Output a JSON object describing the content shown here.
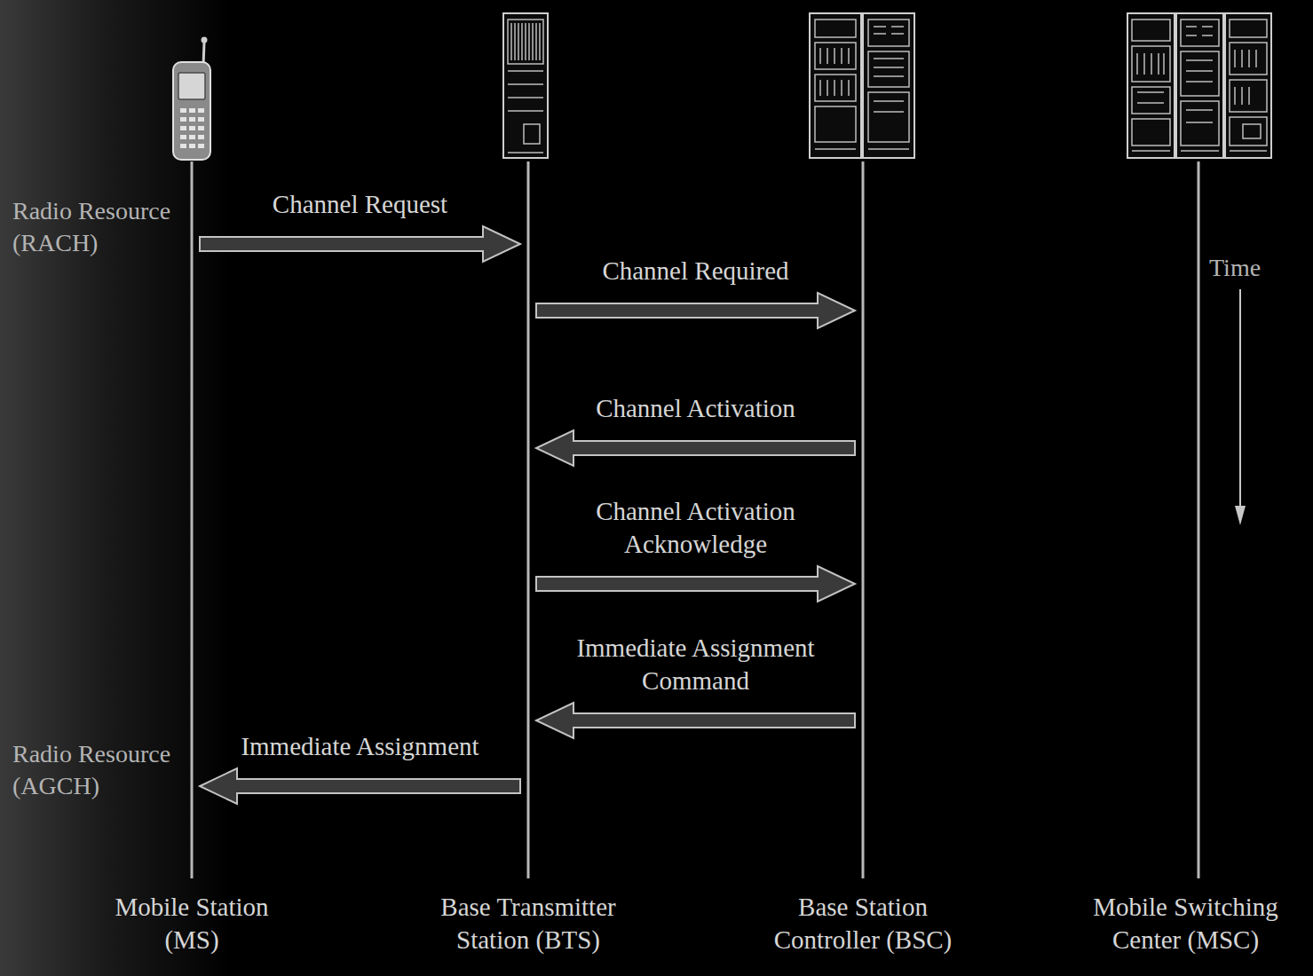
{
  "diagram": {
    "nodes": [
      {
        "text": [
          "Mobile Station (MS)"
        ]
      },
      {
        "text": [
          "Base Transmitter Station (BTS)"
        ]
      },
      {
        "text": [
          "Base Station Controller (BSC)"
        ]
      },
      {
        "text": [
          "Mobile Switching Center (MSC)"
        ]
      }
    ],
    "edges": [
      {
        "from": 0,
        "to": 1,
        "label": "Channel Request",
        "arrow": "to"
      },
      {
        "from": 1,
        "to": 2,
        "label": "Channel Required",
        "arrow": "to"
      },
      {
        "from": 2,
        "to": 1,
        "label": "Channel Activation",
        "arrow": "to"
      },
      {
        "from": 1,
        "to": 2,
        "label": "Channel Activation Acknowledge",
        "arrow": "to"
      },
      {
        "from": 2,
        "to": 1,
        "label": "Immediate Assignment Command",
        "arrow": "to"
      },
      {
        "from": 1,
        "to": 0,
        "label": "Immediate Assignment",
        "arrow": "to"
      }
    ],
    "labels": [
      "Radio Resource (RACH)",
      "Radio Resource (AGCH)",
      "Time"
    ]
  }
}
